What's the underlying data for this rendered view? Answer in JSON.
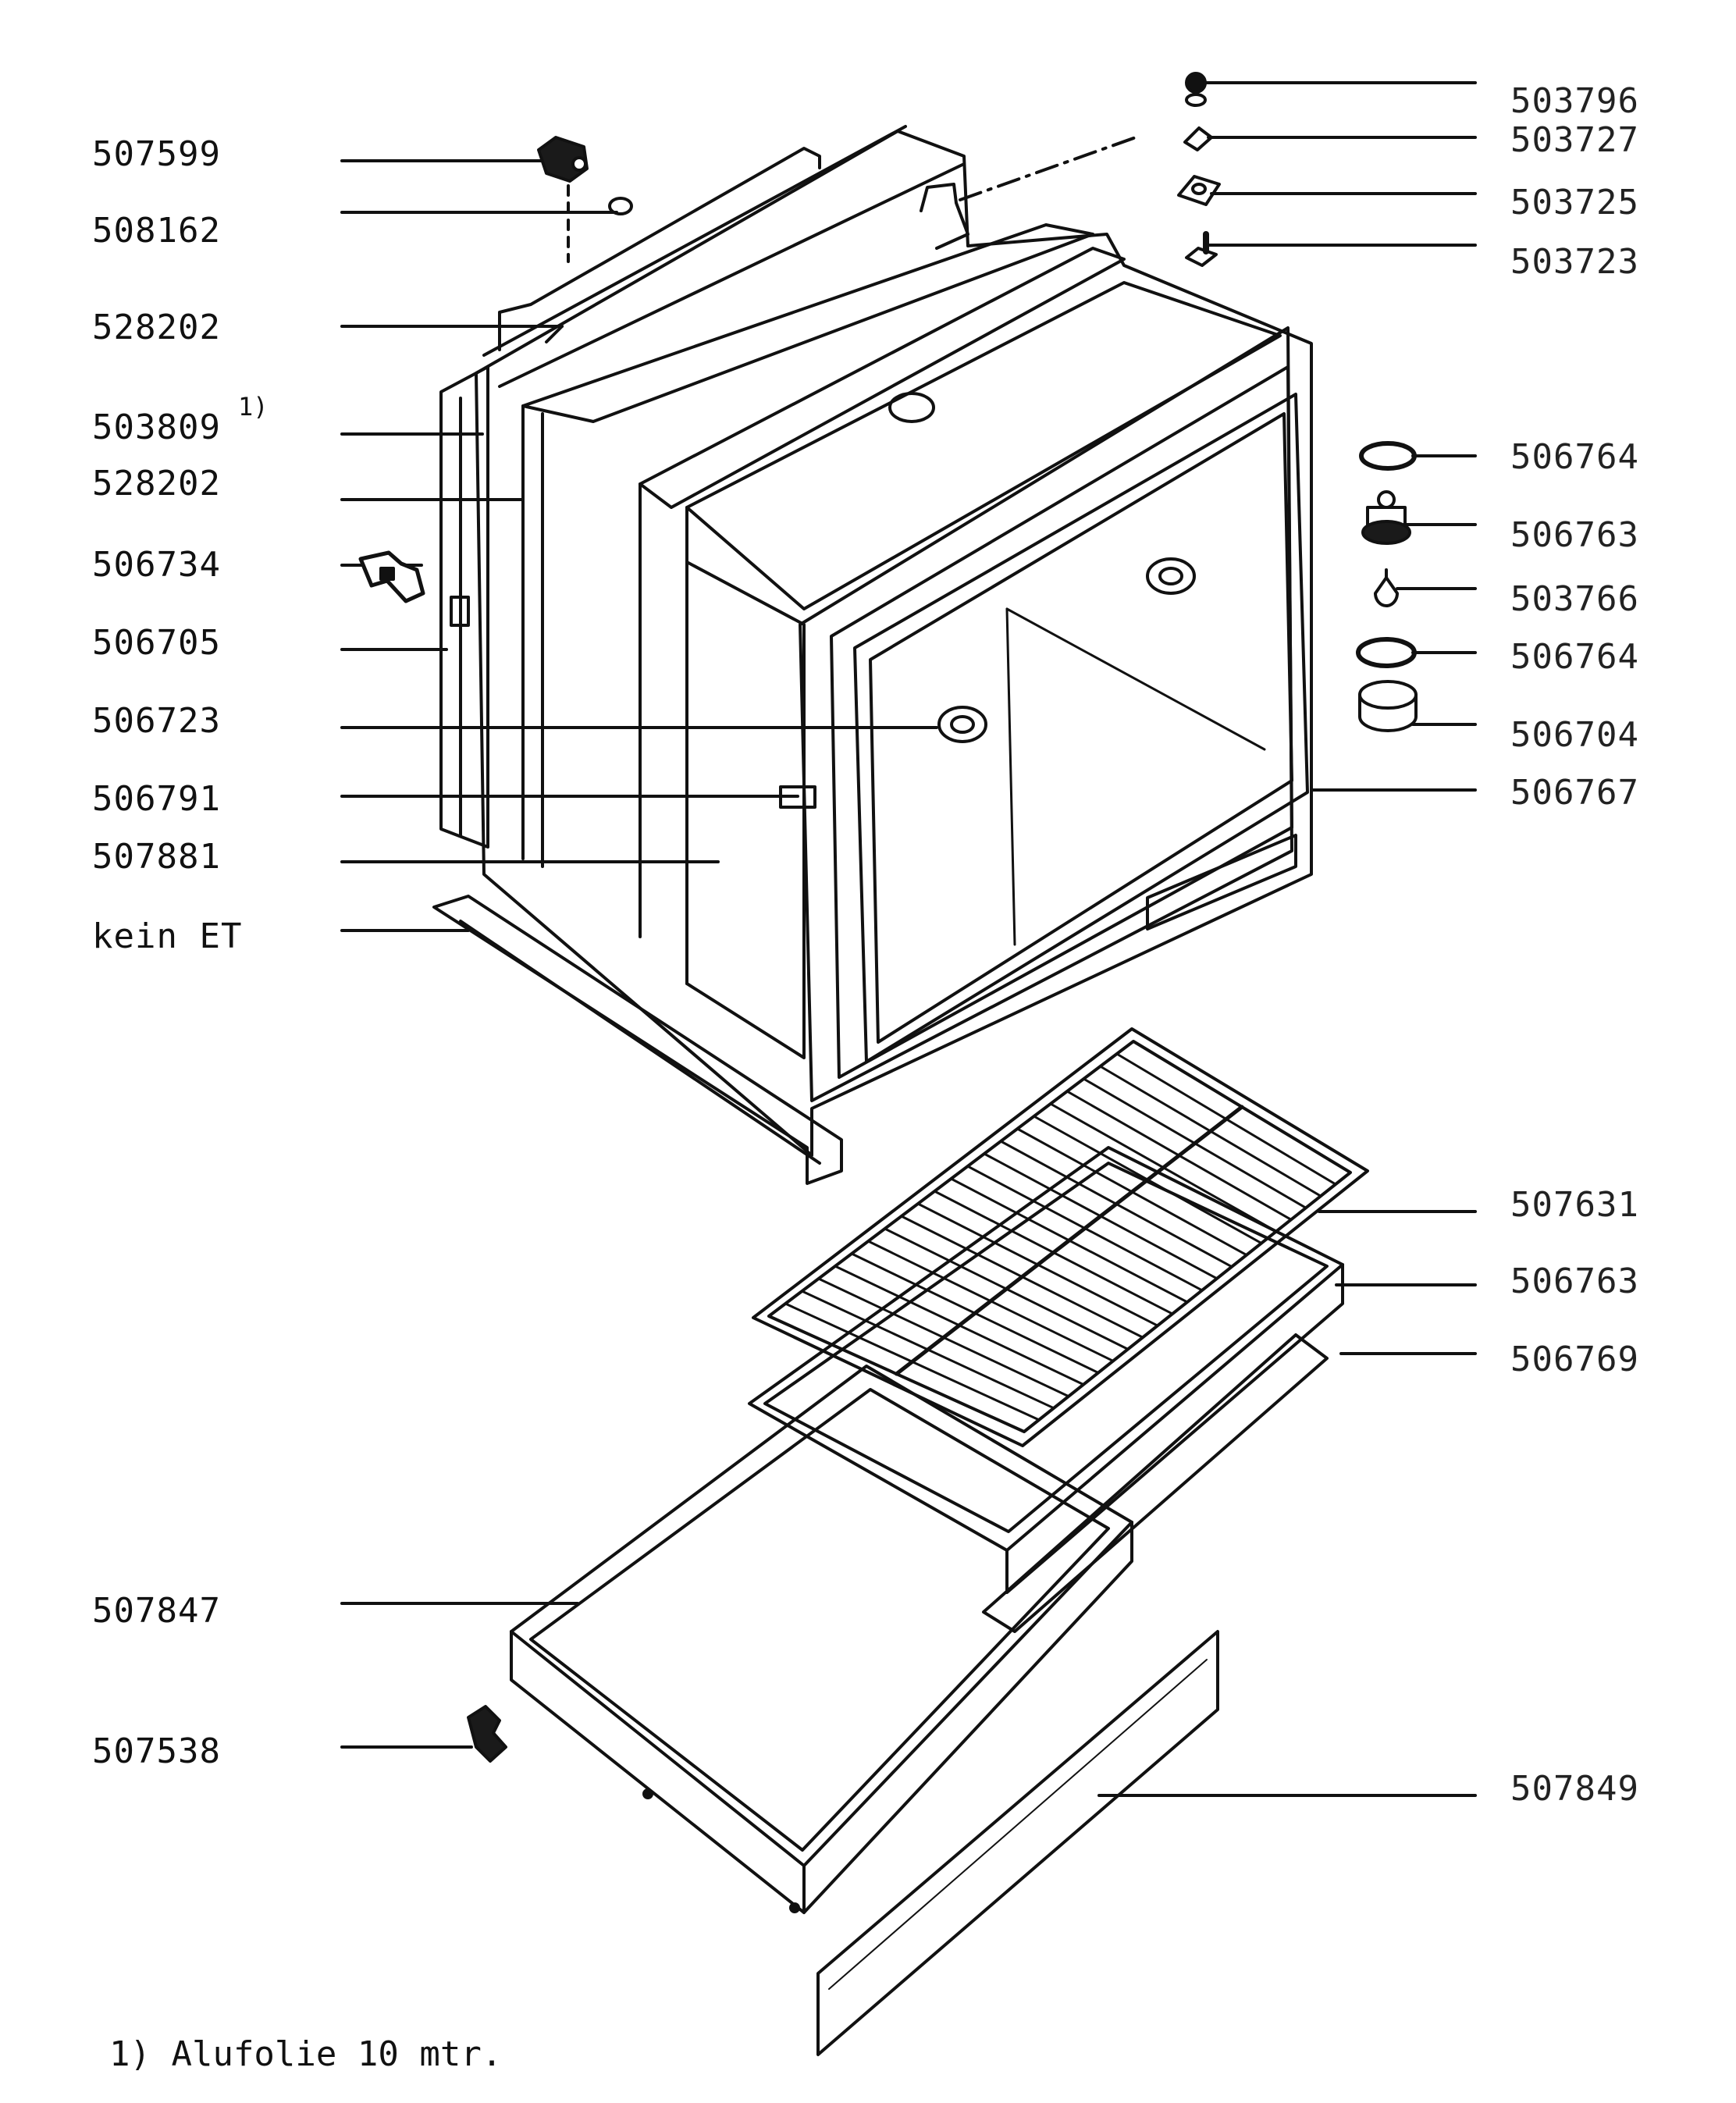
{
  "left_labels": [
    "507599",
    "508162",
    "528202",
    "503809",
    "528202",
    "506734",
    "506705",
    "506723",
    "506791",
    "507881",
    "kein ET",
    "507847",
    "507538"
  ],
  "footnote_marker": "1)",
  "right_labels": [
    "503796",
    "503727",
    "503725",
    "503723",
    "506764",
    "506763",
    "503766",
    "506764",
    "506704",
    "506767",
    "507631",
    "506763",
    "506769",
    "507849"
  ],
  "footnote": "1) Alufolie 10 mtr."
}
